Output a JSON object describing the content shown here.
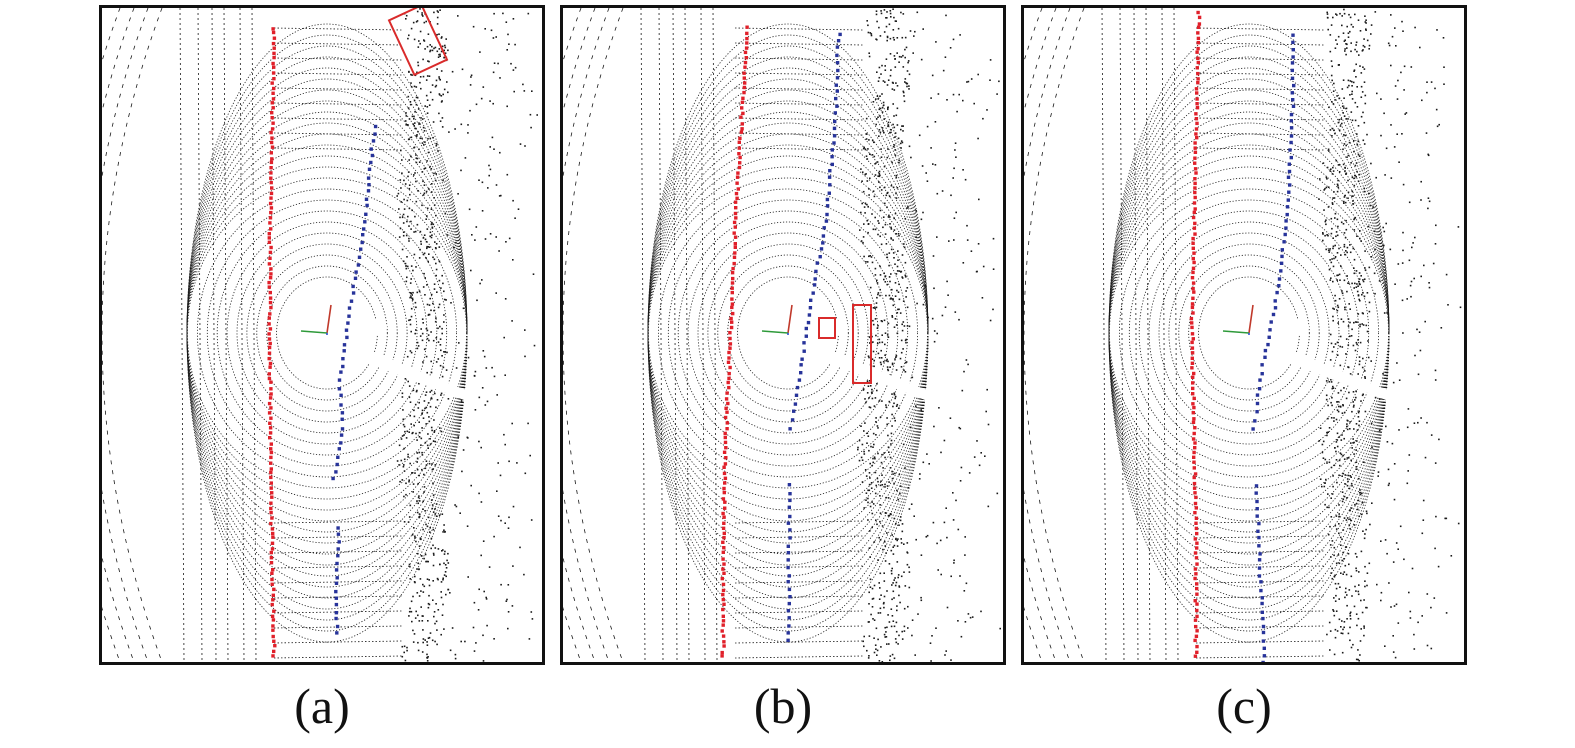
{
  "colors": {
    "points": "#1a1a1a",
    "left_boundary": "#e0202a",
    "right_boundary": "#27339a",
    "highlight_box": "#d92b2b",
    "axis_red": "#c0392b",
    "axis_green": "#2e9a3a",
    "axis_blue": "#2a4fd0"
  },
  "panels": [
    {
      "id": "a",
      "label": "(a)",
      "highlights": 1
    },
    {
      "id": "b",
      "label": "(b)",
      "highlights": 2
    },
    {
      "id": "c",
      "label": "(c)",
      "highlights": 0
    }
  ]
}
